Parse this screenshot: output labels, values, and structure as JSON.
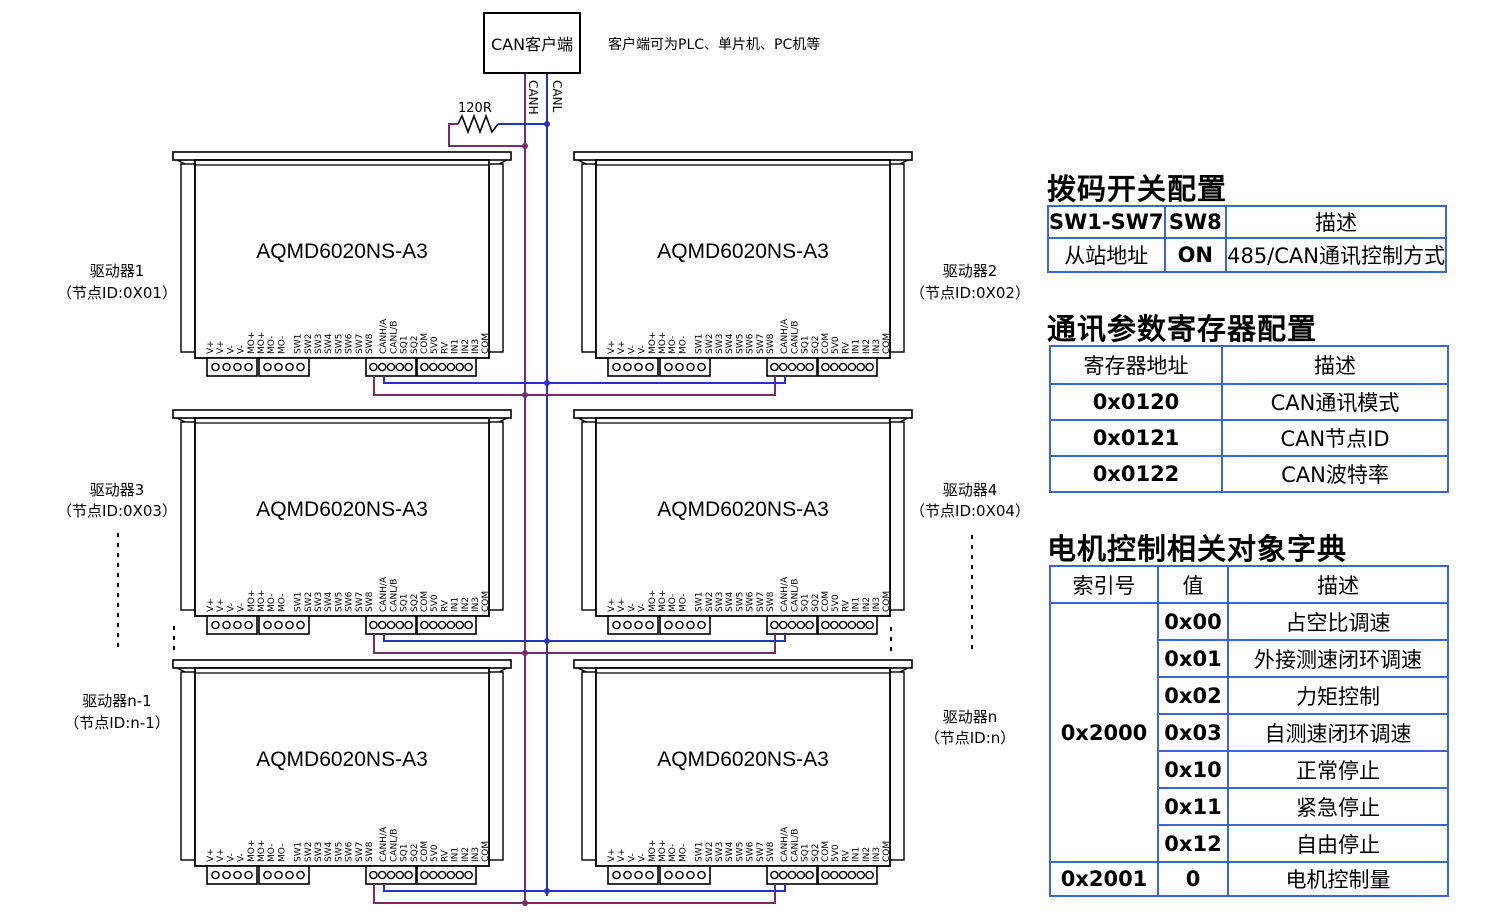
{
  "client": {
    "label": "CAN客户端",
    "note": "客户端可为PLC、单片机、PC机等",
    "canh": "CANH",
    "canl": "CANL",
    "resistor": "120R"
  },
  "colors": {
    "canh": "#7a2a6e",
    "canl": "#2632c0",
    "table_border": "#3a66d8"
  },
  "drivers": [
    {
      "model": "AQMD6020NS-A3",
      "name": "驱动器1",
      "node": "（节点ID:0X01）"
    },
    {
      "model": "AQMD6020NS-A3",
      "name": "驱动器2",
      "node": "（节点ID:0X02）"
    },
    {
      "model": "AQMD6020NS-A3",
      "name": "驱动器3",
      "node": "（节点ID:0X03）"
    },
    {
      "model": "AQMD6020NS-A3",
      "name": "驱动器4",
      "node": "（节点ID:0X04）"
    },
    {
      "model": "AQMD6020NS-A3",
      "name": "驱动器n-1",
      "node": "（节点ID:n-1）"
    },
    {
      "model": "AQMD6020NS-A3",
      "name": "驱动器n",
      "node": "（节点ID:n）"
    }
  ],
  "pins": [
    "V+",
    "V+",
    "V-",
    "V-",
    "MO+",
    "MO+",
    "MO-",
    "MO-",
    "SW1",
    "SW2",
    "SW3",
    "SW4",
    "SW5",
    "SW6",
    "SW7",
    "SW8",
    "CANH/A",
    "CANL/B",
    "SQ1",
    "SQ2",
    "COM",
    "5V0",
    "RV",
    "IN1",
    "IN2",
    "IN3",
    "COM"
  ],
  "dip_table": {
    "title": "拨码开关配置",
    "header": [
      "SW1-SW7",
      "SW8",
      "描述"
    ],
    "row": [
      "从站地址",
      "ON",
      "485/CAN通讯控制方式"
    ]
  },
  "reg_table": {
    "title": "通讯参数寄存器配置",
    "header": [
      "寄存器地址",
      "描述"
    ],
    "rows": [
      [
        "0x0120",
        "CAN通讯模式"
      ],
      [
        "0x0121",
        "CAN节点ID"
      ],
      [
        "0x0122",
        "CAN波特率"
      ]
    ]
  },
  "obj_table": {
    "title": "电机控制相关对象字典",
    "header": [
      "索引号",
      "值",
      "描述"
    ],
    "index_main": "0x2000",
    "rows": [
      [
        "0x00",
        "占空比调速"
      ],
      [
        "0x01",
        "外接测速闭环调速"
      ],
      [
        "0x02",
        "力矩控制"
      ],
      [
        "0x03",
        "自测速闭环调速"
      ],
      [
        "0x10",
        "正常停止"
      ],
      [
        "0x11",
        "紧急停止"
      ],
      [
        "0x12",
        "自由停止"
      ]
    ],
    "last": [
      "0x2001",
      "0",
      "电机控制量"
    ]
  }
}
